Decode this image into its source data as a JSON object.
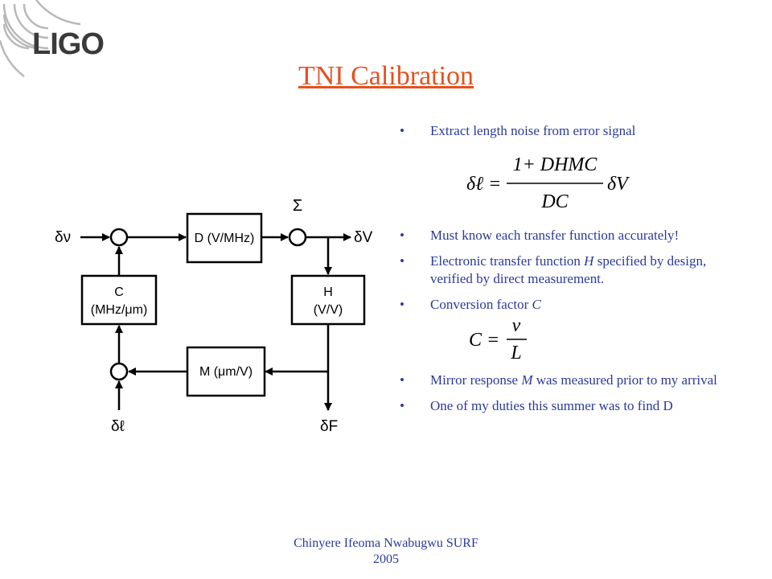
{
  "logo": {
    "text": "LIGO"
  },
  "slide": {
    "title": "TNI Calibration"
  },
  "diagram": {
    "sum_symbol": "Σ",
    "inputs": {
      "left": "δν",
      "bottom": "δℓ"
    },
    "outputs": {
      "right": "δV",
      "bottom": "δF"
    },
    "blocks": {
      "D": "D (V/MHz)",
      "H_line1": "H",
      "H_line2": "(V/V)",
      "C_line1": "C",
      "C_line2": "(MHz/μm)",
      "M": "M (μm/V)"
    }
  },
  "bullets": [
    {
      "text": "Extract length noise from error signal"
    },
    {
      "text": "Must know each transfer function accurately!"
    },
    {
      "pre": "Electronic transfer function ",
      "var": "H",
      "post": " specified by design, verified by direct measurement."
    },
    {
      "pre": "Conversion factor ",
      "var": "C"
    },
    {
      "pre": "Mirror response ",
      "var": "M",
      "post": " was measured prior to my arrival"
    },
    {
      "text": "One of my duties this summer was to find D"
    }
  ],
  "formulas": {
    "f1": {
      "lhs": "δℓ =",
      "numerator": "1+ DHMC",
      "denominator": "DC",
      "tail": "δV"
    },
    "f2": {
      "lhs": "C =",
      "numerator": "ν",
      "denominator": "L"
    }
  },
  "footer": {
    "line1": "Chinyere Ifeoma Nwabugwu SURF",
    "line2": "2005"
  }
}
